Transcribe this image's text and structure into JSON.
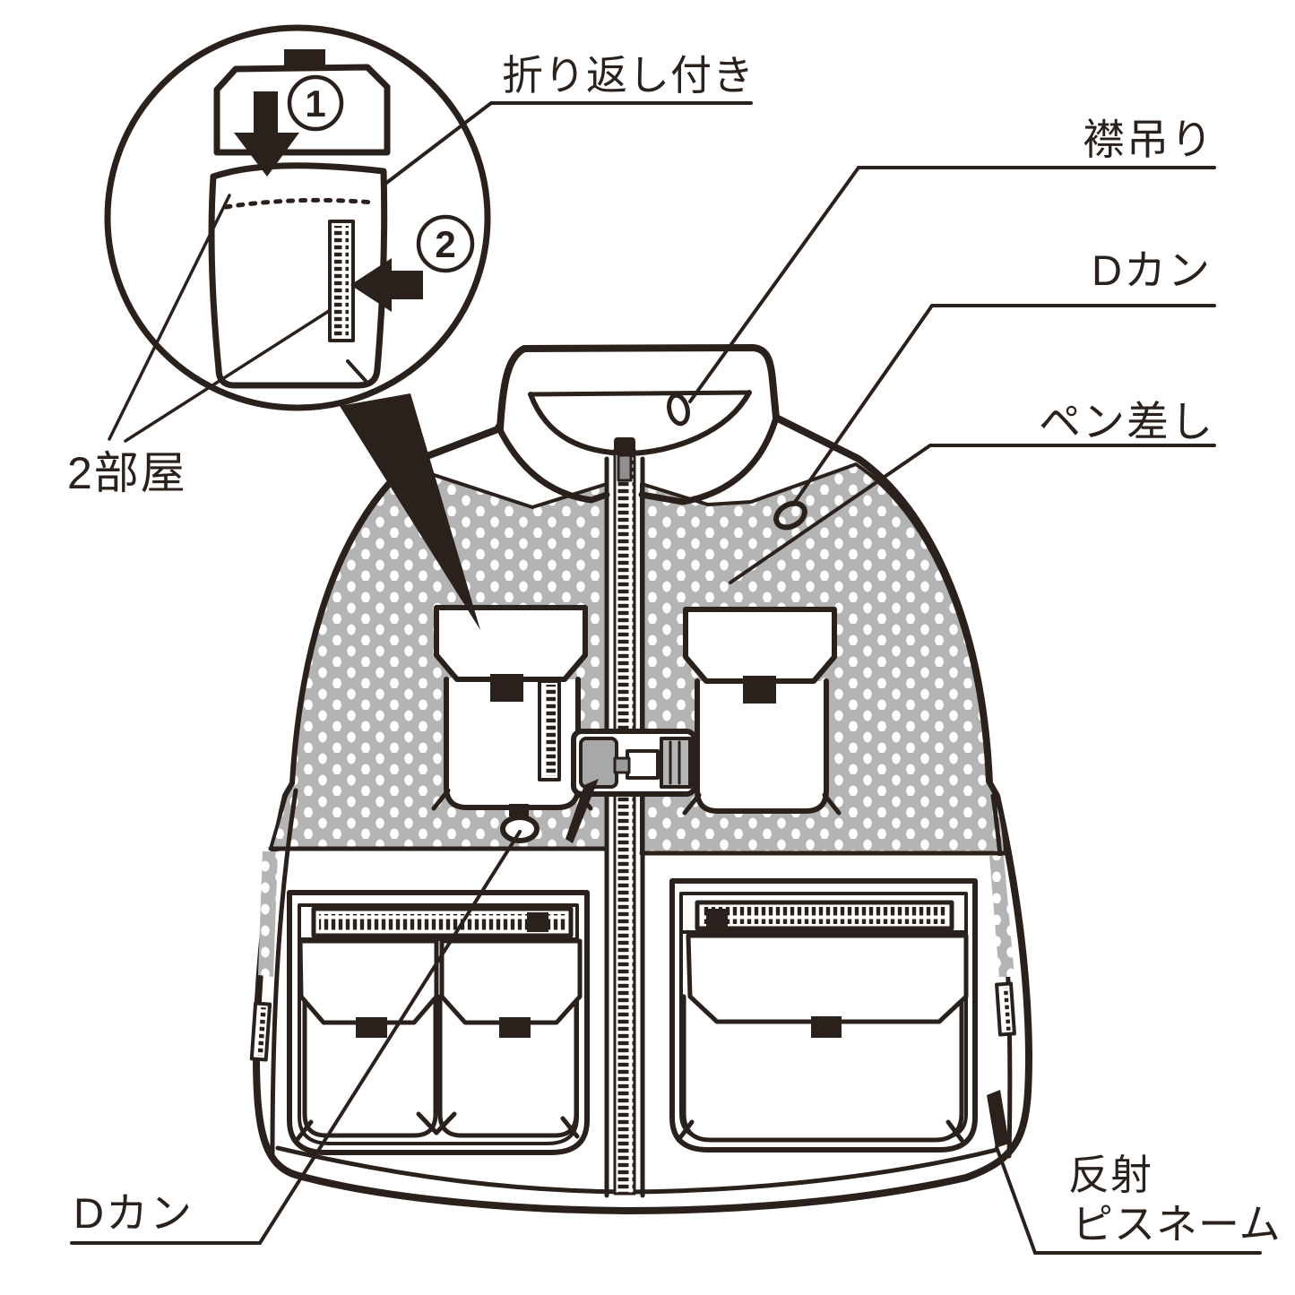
{
  "diagram": {
    "description_labels": {
      "fold_back": "折り返し付き",
      "collar_hanger": "襟吊り",
      "d_ring_top": "Dカン",
      "pen_holder": "ペン差し",
      "two_rooms": "2部屋",
      "d_ring_bottom": "Dカン",
      "reflective_line1": "反射",
      "reflective_line2": "ピスネーム",
      "step1": "1",
      "step2": "2"
    },
    "icons": {
      "arrow_down": "arrow-down-icon",
      "arrow_left": "arrow-left-icon",
      "pointer_wedge": "pointer-wedge-icon"
    },
    "colors": {
      "line": "#2b211c",
      "mesh_gray": "#b4b4b4",
      "buckle_gray": "#a8a8a8",
      "white": "#ffffff"
    }
  }
}
